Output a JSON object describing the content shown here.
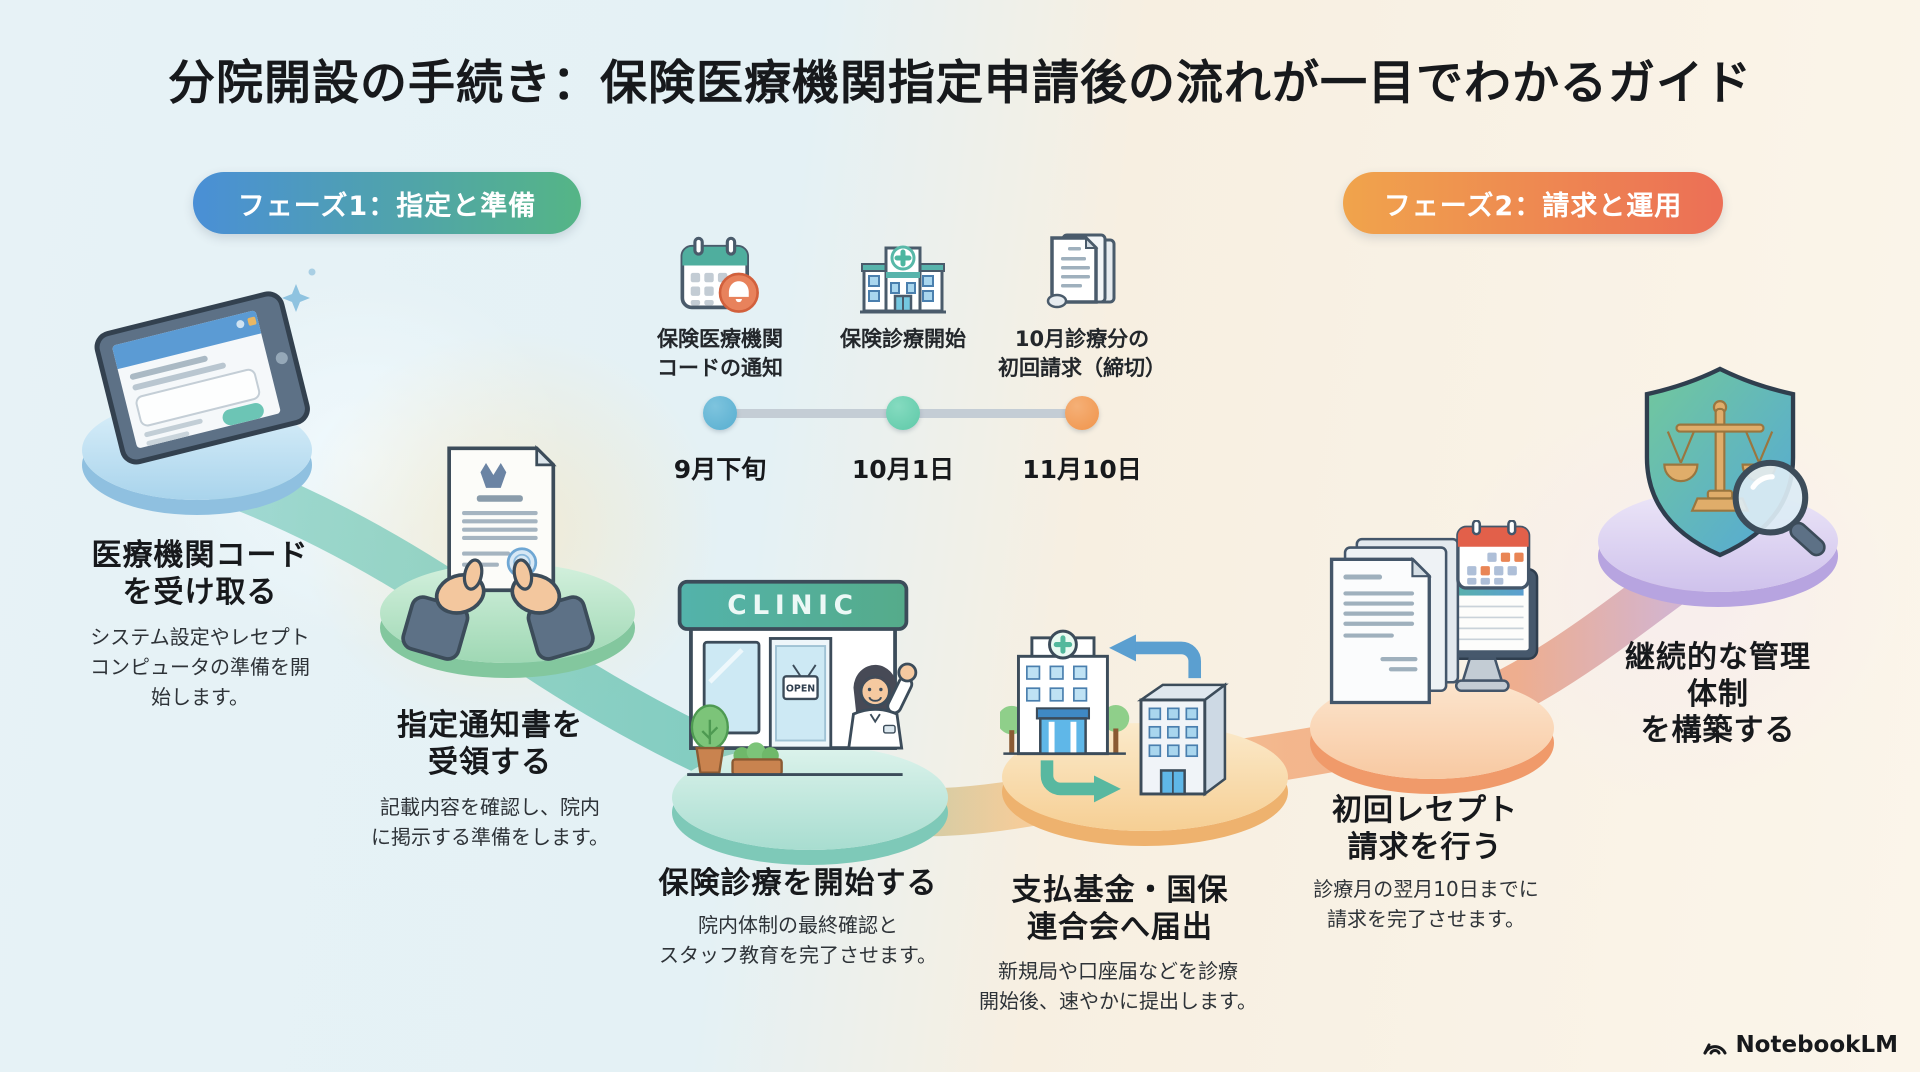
{
  "title": "分院開設の手続き：保険医療機関指定申請後の流れが一目でわかるガイド",
  "phases": [
    {
      "label": "フェーズ1：指定と準備",
      "gradient_start": "#4a8fd6",
      "gradient_end": "#55b586"
    },
    {
      "label": "フェーズ2：請求と運用",
      "gradient_start": "#f0a44c",
      "gradient_end": "#ec6f56"
    }
  ],
  "timeline": {
    "milestones": [
      {
        "icon": "calendar-bell-icon",
        "label": "保険医療機関\nコードの通知",
        "date": "9月下旬",
        "dot_color": "#57aed0"
      },
      {
        "icon": "hospital-icon",
        "label": "保険診療開始",
        "date": "10月1日",
        "dot_color": "#5ec9a8"
      },
      {
        "icon": "invoice-scroll-icon",
        "label": "10月診療分の\n初回請求（締切）",
        "date": "11月10日",
        "dot_color": "#f0944b"
      }
    ]
  },
  "steps": [
    {
      "title": "医療機関コード\nを受け取る",
      "description": "システム設定やレセプト\nコンピュータの準備を開\n始します。",
      "icon": "tablet-illustration"
    },
    {
      "title": "指定通知書を\n受領する",
      "description": "記載内容を確認し、院内\nに掲示する準備をします。",
      "icon": "notice-document-illustration"
    },
    {
      "title": "保険診療を開始する",
      "description": "院内体制の最終確認と\nスタッフ教育を完了させます。",
      "icon": "clinic-illustration"
    },
    {
      "title": "支払基金・国保\n連合会へ届出",
      "description": "新規局や口座届などを診療\n開始後、速やかに提出します。",
      "icon": "buildings-illustration"
    },
    {
      "title": "初回レセプト\n請求を行う",
      "description": "診療月の翌月10日までに\n請求を完了させます。",
      "icon": "receipt-computer-illustration"
    },
    {
      "title": "継続的な管理体制\nを構築する",
      "description": "",
      "icon": "shield-illustration"
    }
  ],
  "clinic_sign": "CLINIC",
  "open_sign": "OPEN",
  "watermark": "NotebookLM"
}
